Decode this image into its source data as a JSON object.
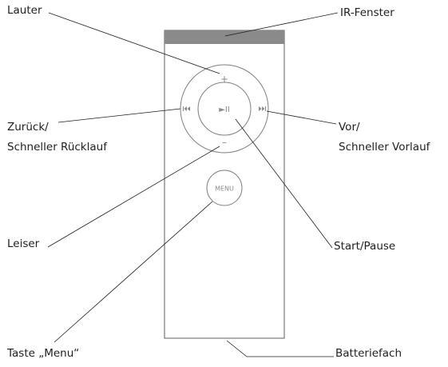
{
  "labels": {
    "volume_up": "Lauter",
    "ir_window": "IR-Fenster",
    "previous_line1": "Zurück/",
    "previous_line2": "Schneller Rücklauf",
    "next_line1": "Vor/",
    "next_line2": "Schneller Vorlauf",
    "volume_down": "Leiser",
    "play_pause": "Start/Pause",
    "menu_key": "Taste „Menu“",
    "battery": "Batteriefach"
  },
  "remote": {
    "plus_symbol": "+",
    "minus_symbol": "–",
    "play_pause_symbol": "►II",
    "menu_text": "MENU"
  },
  "colors": {
    "ir_window": "#8a8a8a",
    "outline": "#777777",
    "leader": "#1e1e1e",
    "button_symbol": "#8a8a8a"
  }
}
